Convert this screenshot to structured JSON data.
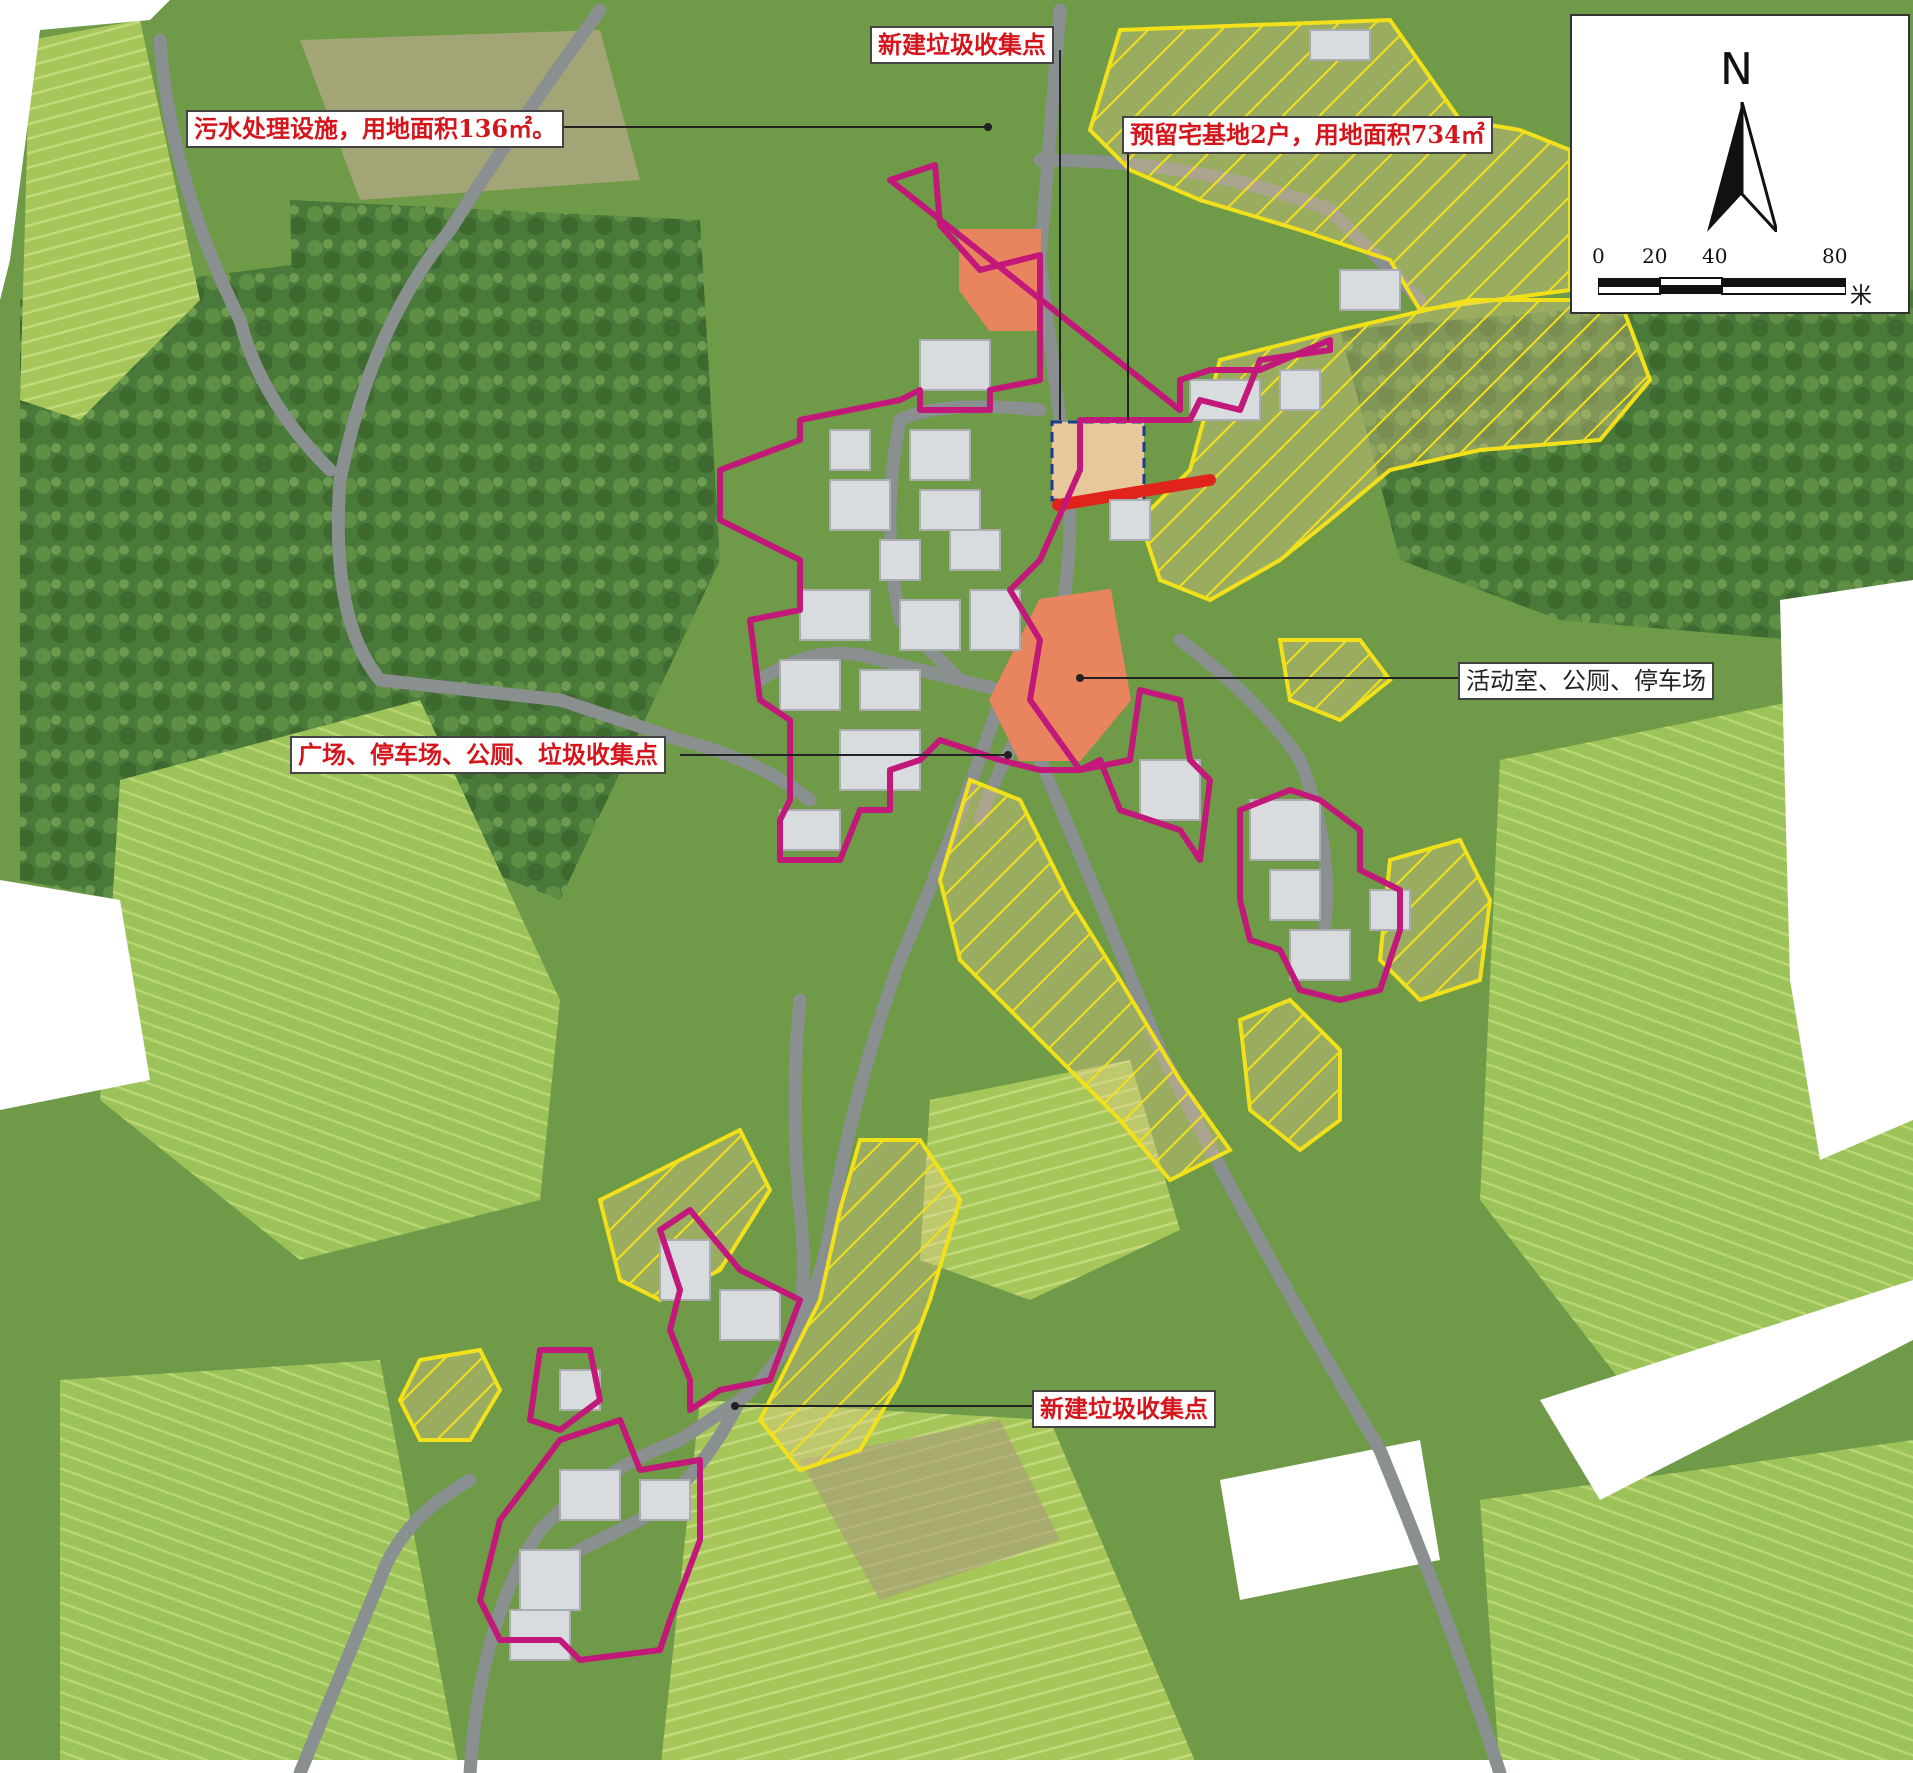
{
  "labels": {
    "new_garbage_north": "新建垃圾收集点",
    "sewage": "污水处理设施，用地面积136㎡。",
    "reserved_homestead": "预留宅基地2户，用地面积734㎡",
    "activity_room": "活动室、公厕、停车场",
    "plaza": "广场、停车场、公厕、垃圾收集点",
    "new_garbage_south": "新建垃圾收集点"
  },
  "legend": {
    "north": "N",
    "scale_ticks": [
      "0",
      "20",
      "40",
      "80"
    ],
    "unit": "米"
  },
  "colors": {
    "village_boundary": "#c2187a",
    "reserved_hatch": "#f2e11a",
    "facility_fill": "#e8845e",
    "new_road": "#e0241c",
    "road": "#8a8f90",
    "label_text": "#d4161c"
  }
}
